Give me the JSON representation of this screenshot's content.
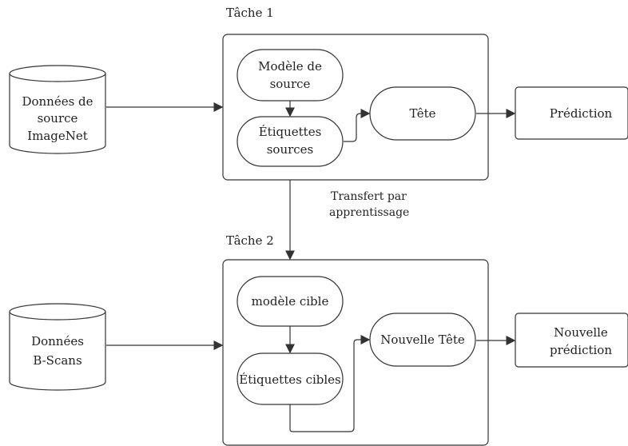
{
  "task1": {
    "title": "Tâche 1",
    "source_model_line1": "Modèle de",
    "source_model_line2": "source",
    "source_labels_line1": "Étiquettes",
    "source_labels_line2": "sources",
    "head": "Tête",
    "prediction": "Prédiction",
    "data_line1": "Données de",
    "data_line2": "source",
    "data_line3": "ImageNet"
  },
  "transfer": {
    "line1": "Transfert par",
    "line2": "apprentissage"
  },
  "task2": {
    "title": "Tâche 2",
    "target_model": "modèle cible",
    "target_labels": "Étiquettes cibles",
    "new_head": "Nouvelle Tête",
    "new_prediction_line1": "Nouvelle",
    "new_prediction_line2": "prédiction",
    "data_line1": "Données",
    "data_line2": "B-Scans"
  }
}
